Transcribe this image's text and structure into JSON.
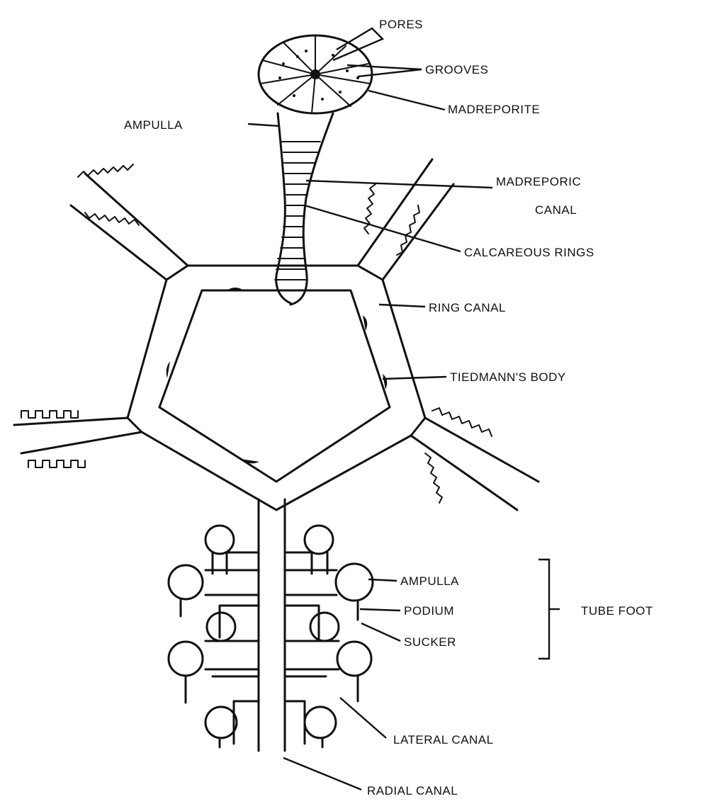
{
  "diagram": {
    "labels": {
      "pores": "PORES",
      "grooves": "GROOVES",
      "madreporite": "MADREPORITE",
      "ampulla_top": "AMPULLA",
      "madreporic_canal_line1": "MADREPORIC",
      "madreporic_canal_line2": "CANAL",
      "calcareous_rings": "CALCAREOUS RINGS",
      "ring_canal": "RING CANAL",
      "tiedmanns_body": "TIEDMANN'S BODY",
      "ampulla_foot": "AMPULLA",
      "podium": "PODIUM",
      "sucker": "SUCKER",
      "tube_foot": "TUBE FOOT",
      "lateral_canal": "LATERAL CANAL",
      "radial_canal": "RADIAL CANAL"
    }
  }
}
